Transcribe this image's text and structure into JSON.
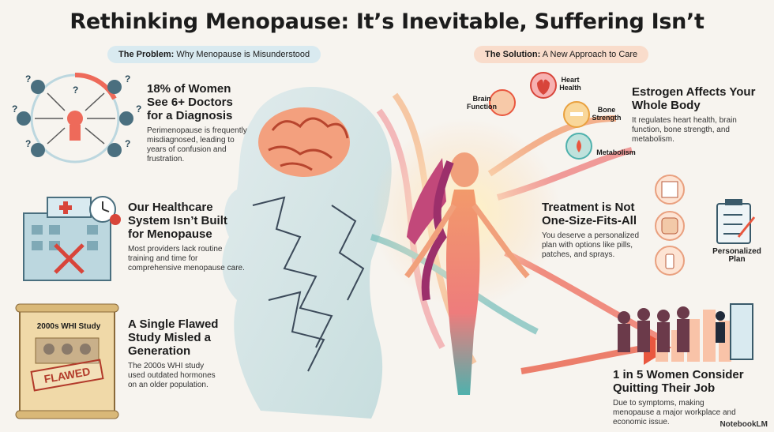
{
  "title": "Rethinking Menopause: It’s Inevitable, Suffering Isn’t",
  "problem_pill": {
    "bold": "The Problem:",
    "text": " Why Menopause is Misunderstood"
  },
  "solution_pill": {
    "bold": "The Solution:",
    "text": " A New Approach to Care"
  },
  "left": [
    {
      "heading": "18% of Women See 6+ Doctors for a Diagnosis",
      "body": "Perimenopause is frequently misdiagnosed, leading to years of confusion and frustration."
    },
    {
      "heading": "Our Healthcare System Isn’t Built for Menopause",
      "body": "Most providers lack routine training and time for comprehensive menopause care."
    },
    {
      "heading": "A Single Flawed Study Misled a Generation",
      "body": "The 2000s WHI study used outdated hormones on an older population."
    }
  ],
  "right": [
    {
      "heading": "Estrogen Affects Your Whole Body",
      "body": "It regulates heart health, brain function, bone strength, and metabolism."
    },
    {
      "heading": "Treatment is Not One-Size-Fits-All",
      "body": "You deserve a personalized plan with options like pills, patches, and sprays."
    },
    {
      "heading": "1 in 5 Women Consider Quitting Their Job",
      "body": "Due to symptoms, making menopause a major workplace and economic issue."
    }
  ],
  "organ_labels": {
    "brain": "Brain Function",
    "heart": "Heart Health",
    "bone": "Bone Strength",
    "metabolism": "Metabolism"
  },
  "scroll_labels": {
    "study": "2000s WHI Study",
    "stamp": "FLAWED"
  },
  "plan_label": "Personalized Plan",
  "watermark": "NotebookLM",
  "colors": {
    "problem": "#d9eaf0",
    "solution": "#f9dccb",
    "flawed": "#b23a2a",
    "accent": "#e9573f"
  }
}
